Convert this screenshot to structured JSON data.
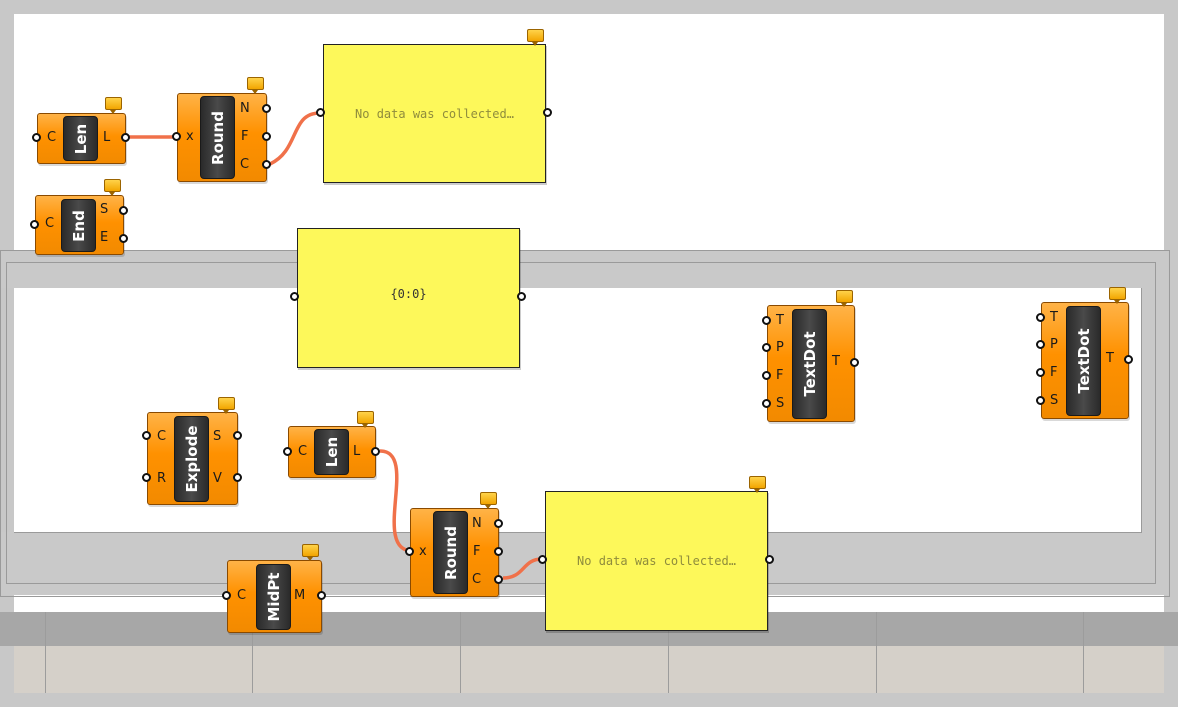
{
  "panels": {
    "top": {
      "text": "No data was collected…"
    },
    "middle": {
      "text": "{0:0}"
    },
    "bottom": {
      "text": "No data was collected…"
    }
  },
  "components": {
    "len_top": {
      "name": "Len",
      "inputs": [
        "C"
      ],
      "outputs": [
        "L"
      ]
    },
    "round_top": {
      "name": "Round",
      "inputs": [
        "x"
      ],
      "outputs": [
        "N",
        "F",
        "C"
      ]
    },
    "end": {
      "name": "End",
      "inputs": [
        "C"
      ],
      "outputs": [
        "S",
        "E"
      ]
    },
    "explode": {
      "name": "Explode",
      "inputs": [
        "C",
        "R"
      ],
      "outputs": [
        "S",
        "V"
      ]
    },
    "len_bottom": {
      "name": "Len",
      "inputs": [
        "C"
      ],
      "outputs": [
        "L"
      ]
    },
    "round_bottom": {
      "name": "Round",
      "inputs": [
        "x"
      ],
      "outputs": [
        "N",
        "F",
        "C"
      ]
    },
    "midpt": {
      "name": "MidPt",
      "inputs": [
        "C"
      ],
      "outputs": [
        "M"
      ]
    },
    "textdot_1": {
      "name": "TextDot",
      "inputs": [
        "T",
        "P",
        "F",
        "S"
      ],
      "outputs": [
        "T"
      ]
    },
    "textdot_2": {
      "name": "TextDot",
      "inputs": [
        "T",
        "P",
        "F",
        "S"
      ],
      "outputs": [
        "T"
      ]
    }
  },
  "colors": {
    "component": "#ff9100",
    "panel": "#fdf85a",
    "wire": "#f0714a",
    "canvas": "#ffffff"
  }
}
